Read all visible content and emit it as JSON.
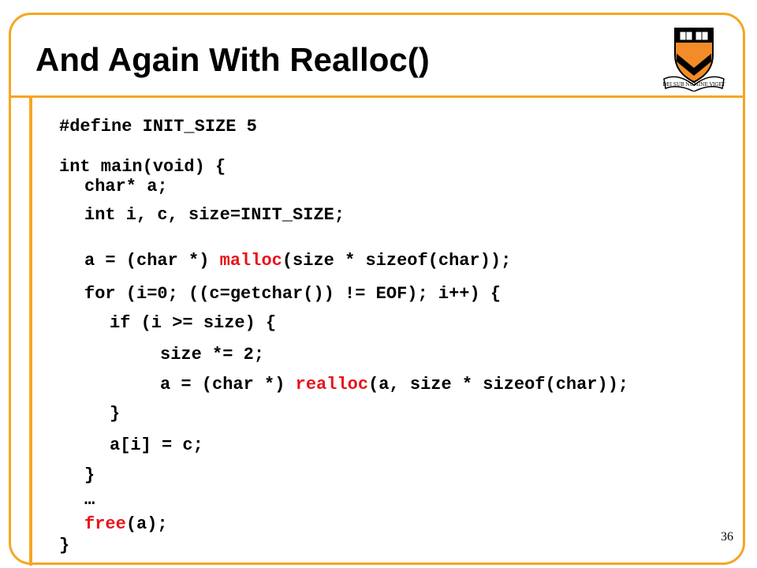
{
  "slide": {
    "title": "And Again With Realloc()",
    "page_number": "36",
    "logo": {
      "icon": "princeton-shield-icon",
      "motto_text": "DEI SUB NUMINE VIGET"
    },
    "accent_color": "#f5a623",
    "highlight_color": "#e8141c"
  },
  "code": {
    "define": "#define INIT_SIZE 5",
    "main_open": "int main(void) {",
    "decl_a": "char* a;",
    "decl_ints": "int i, c, size=INIT_SIZE;",
    "malloc_pre": "a = (char *) ",
    "malloc_fn": "malloc",
    "malloc_post": "(size * sizeof(char));",
    "for_loop": "for (i=0; ((c=getchar()) != EOF); i++) {",
    "if_stmt": "if (i >= size) {",
    "size_double": "size *= 2;",
    "realloc_pre": "a = (char *) ",
    "realloc_fn": "realloc",
    "realloc_post": "(a, size * sizeof(char));",
    "if_close": "}",
    "assign": "a[i] = c;",
    "for_close": "}",
    "ellipsis": "…",
    "free_fn": "free",
    "free_post": "(a);",
    "main_close": "}"
  }
}
